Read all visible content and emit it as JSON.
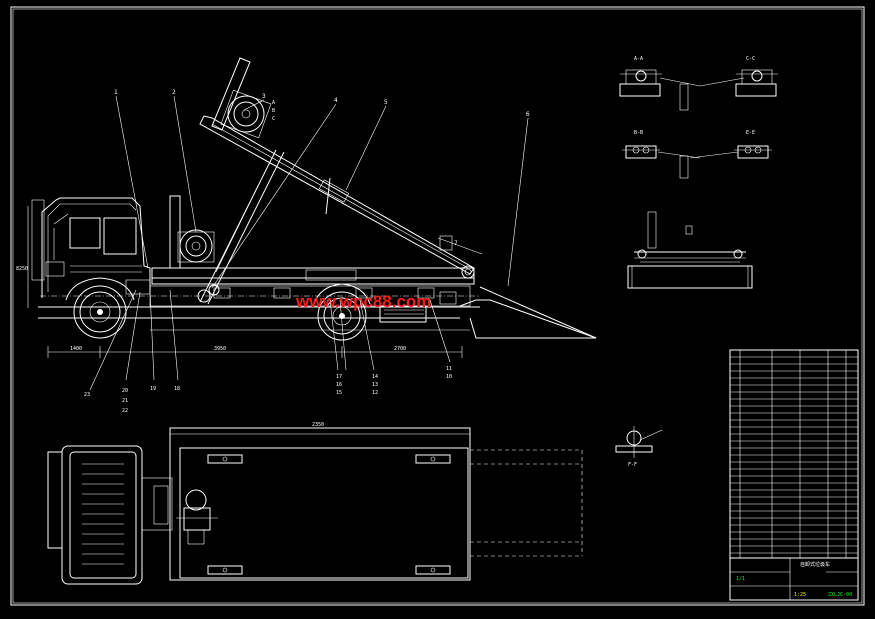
{
  "drawing": {
    "watermark": "www.wpc88.com",
    "section_labels": {
      "a": "A-A",
      "c": "C-C",
      "b": "B-B",
      "e": "E-E",
      "f": "F-F"
    },
    "callouts_top": [
      "1",
      "2",
      "3",
      "4",
      "5",
      "6",
      "7"
    ],
    "callouts_bottom": [
      "23",
      "20",
      "21",
      "22",
      "19",
      "18",
      "17",
      "16",
      "15",
      "14",
      "13",
      "12",
      "11",
      "10"
    ],
    "hub_labels": [
      "A",
      "B",
      "C"
    ],
    "dims": {
      "overall_length": "8250",
      "wheelbase": "3950",
      "front": "1400",
      "rear": "2700",
      "bed_width": "2350"
    },
    "title_block": {
      "drawing_name": "自卸式垃圾车",
      "drawing_no": "ZXLJC-00",
      "scale": "1:25",
      "sheet": "1/1"
    }
  },
  "colors": {
    "background": "#000000",
    "lines": "#ffffff",
    "watermark": "#ff1a1a",
    "title_green": "#00ff00",
    "title_yellow": "#ffff00"
  }
}
